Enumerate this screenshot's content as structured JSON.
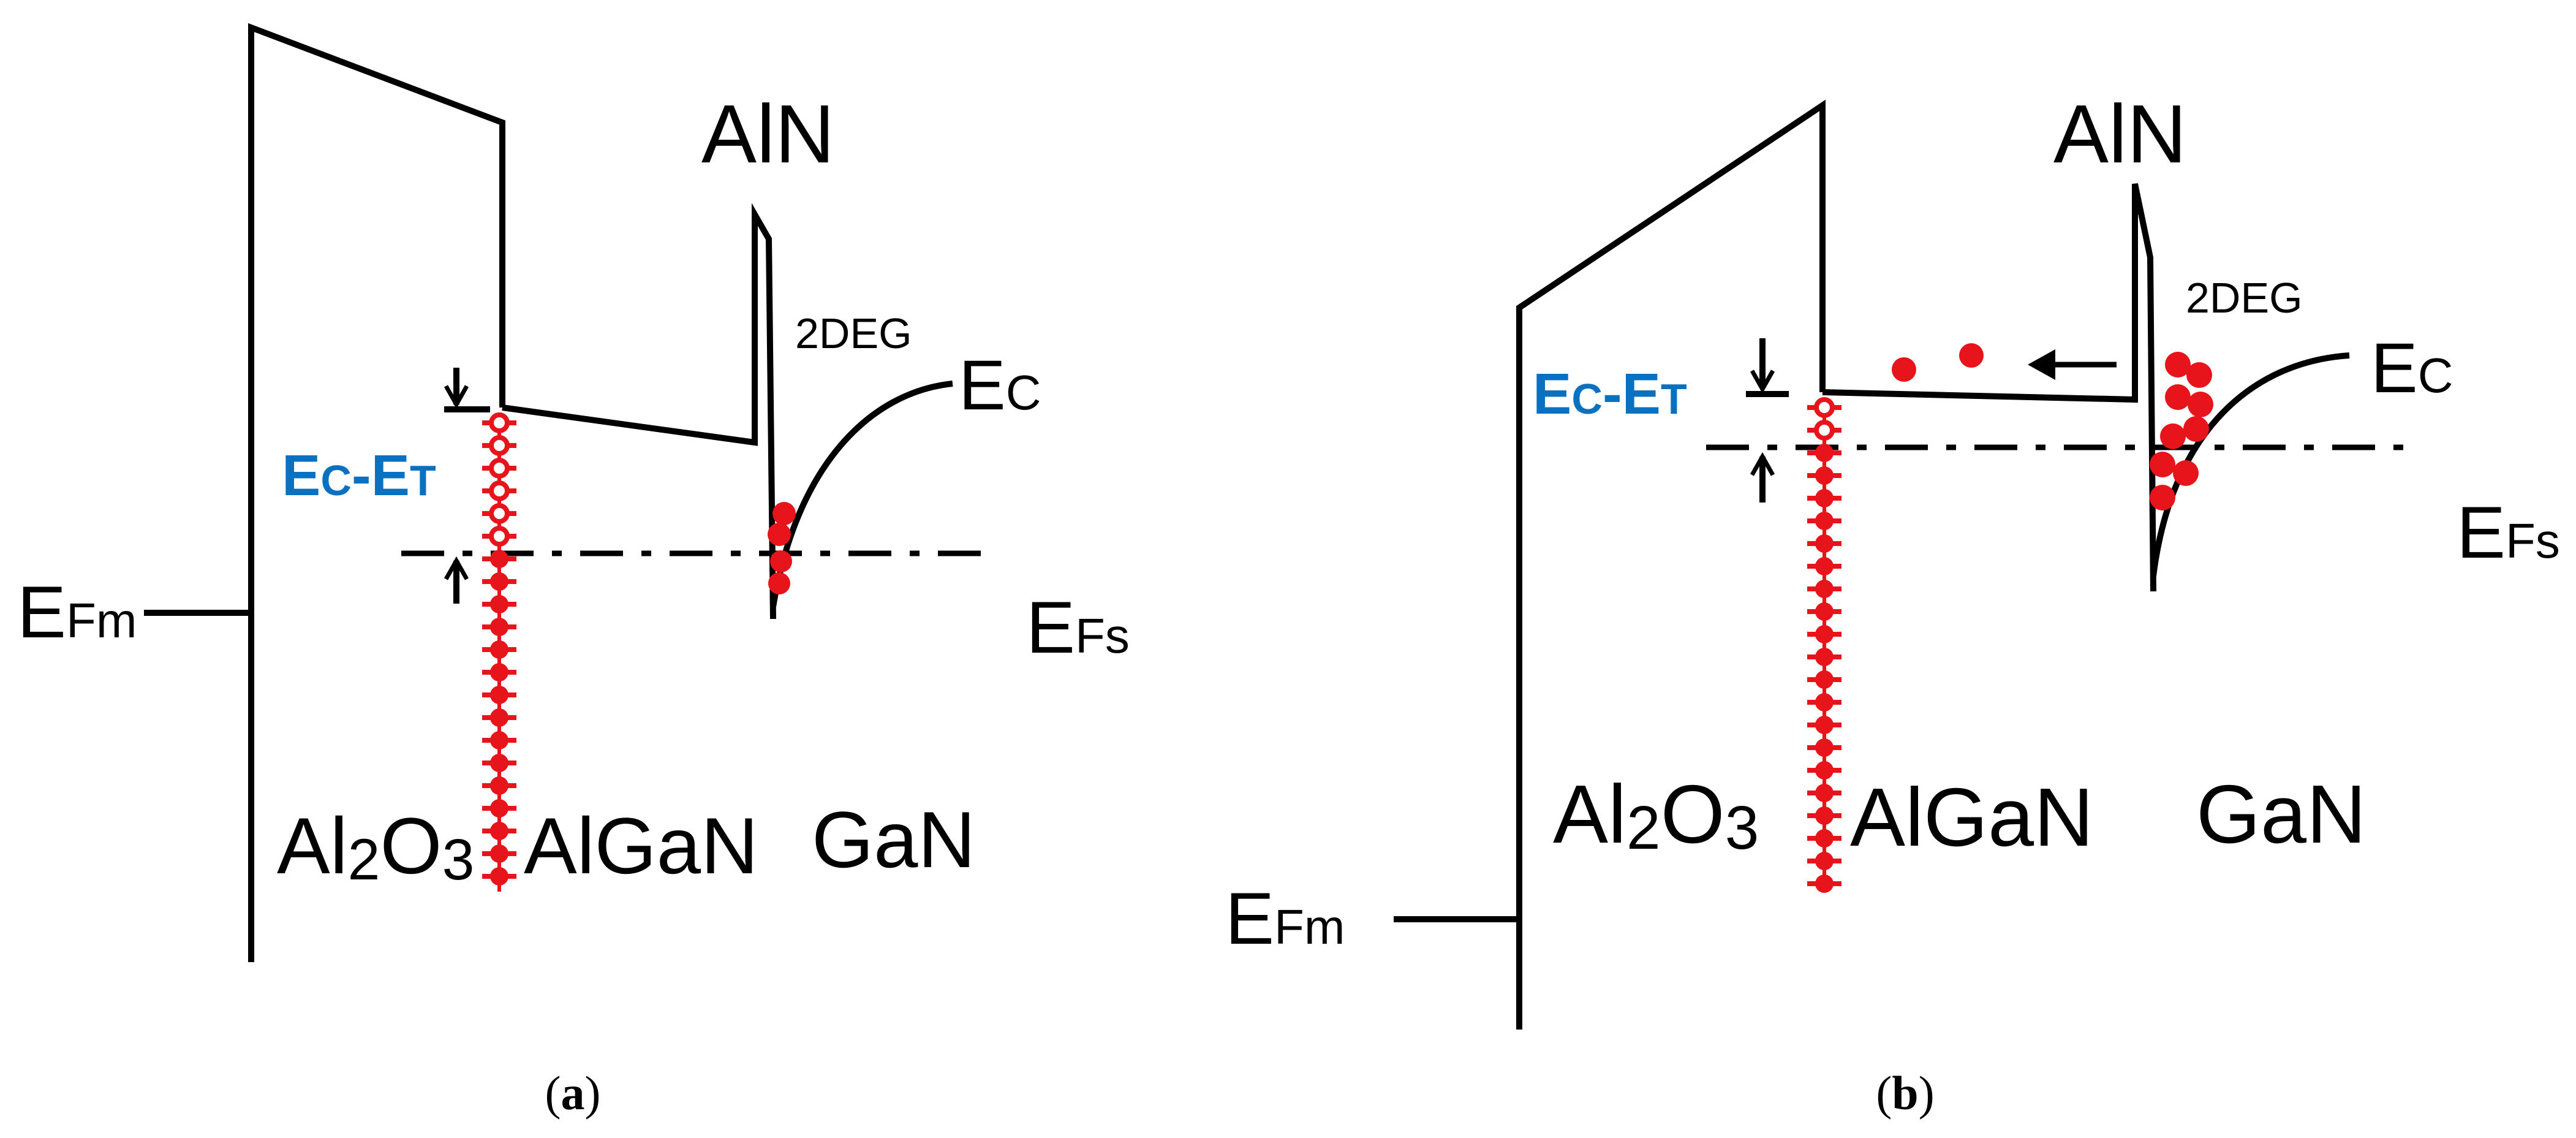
{
  "panel_a": {
    "ec_label": "EC",
    "ec_et_label": "EC-ET",
    "efm_label": "EFm",
    "efs_label": "EFs",
    "aln_label": "AlN",
    "twodeg_label": "2DEG",
    "layer_al2o3": "Al2O3",
    "layer_algan": "AlGaN",
    "layer_gan": "GaN",
    "caption_letter": "a"
  },
  "panel_b": {
    "ec_label": "EC",
    "ec_et_label": "EC-ET",
    "efm_label": "EFm",
    "efs_label": "EFs",
    "aln_label": "AlN",
    "twodeg_label": "2DEG",
    "layer_al2o3": "Al2O3",
    "layer_algan": "AlGaN",
    "layer_gan": "GaN",
    "caption_letter": "b"
  },
  "colors": {
    "trap": "#e8141b",
    "ec_et_text": "#0a70c0",
    "band_line": "#000000"
  }
}
